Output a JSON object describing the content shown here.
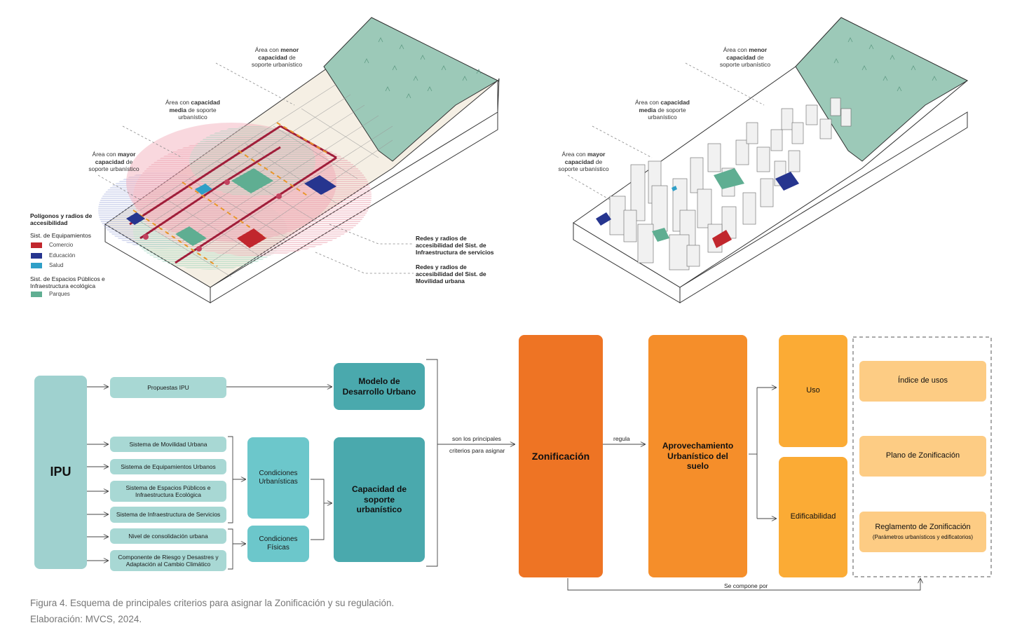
{
  "colors": {
    "comercio": "#c1272d",
    "educacion": "#26358f",
    "salud": "#2f9fc7",
    "parques": "#5fae92",
    "ipu": "#9fd1cf",
    "teal_dark": "#4aa9ad",
    "orange_dark": "#ee7424",
    "orange_mid": "#f58e2a",
    "orange_light": "#fbab35",
    "orange_pale": "#fdcc84"
  },
  "left_illustration": {
    "label_menor": [
      "Área con",
      "menor",
      "capacidad",
      "de",
      "soporte urbanístico"
    ],
    "label_media": [
      "Área con",
      "capacidad",
      "media",
      "de soporte",
      "urbanístico"
    ],
    "label_mayor": [
      "Área con",
      "mayor",
      "capacidad",
      "de",
      "soporte urbanístico"
    ],
    "legend_title": "Polígonos y radios de accesibilidad",
    "legend_group1": "Sist. de Equipamientos",
    "legend_items1": [
      "Comercio",
      "Educación",
      "Salud"
    ],
    "legend_group2": "Sist. de Espacios Públicos e Infraestructura ecológica",
    "legend_items2": [
      "Parques"
    ],
    "callout_servicios": "Redes y radios de accesibilidad del Sist. de Infraestructura de servicios",
    "callout_movilidad": "Redes y radios de accesibilidad del Sist. de Movilidad urbana"
  },
  "right_illustration": {
    "label_menor": [
      "Área con",
      "menor",
      "capacidad",
      "de",
      "soporte urbanístico"
    ],
    "label_media": [
      "Área con",
      "capacidad",
      "media",
      "de soporte",
      "urbanístico"
    ],
    "label_mayor": [
      "Área con",
      "mayor",
      "capacidad",
      "de",
      "soporte urbanístico"
    ]
  },
  "flow": {
    "ipu": "IPU",
    "propuestas": "Propuestas IPU",
    "movilidad": "Sistema de Movilidad Urbana",
    "equipamientos": "Sistema de Equipamientos Urbanos",
    "espacios": "Sistema de Espacios Públicos e Infraestructura Ecológica",
    "infraestructura": "Sistema de Infraestructura de Servicios",
    "consolidacion": "Nivel de consolidación urbana",
    "riesgo": "Componente de Riesgo y Desastres y Adaptación al Cambio Climático",
    "cond_urbanisticas": "Condiciones Urbanísticas",
    "cond_fisicas": "Condiciones Físicas",
    "modelo": "Modelo de Desarrollo Urbano",
    "capacidad": "Capacidad de soporte urbanístico",
    "son_label_1": "son los principales",
    "son_label_2": "criterios para asignar",
    "zonificacion": "Zonificación",
    "regula": "regula",
    "aprovechamiento": "Aprovechamiento Urbanístico del suelo",
    "uso": "Uso",
    "edificabilidad": "Edificabilidad",
    "indice": "Índice de usos",
    "plano": "Plano de Zonificación",
    "reglamento": "Reglamento de Zonificación",
    "reglamento_sub": "(Parámetros urbanísticos y edificatorios)",
    "se_compone": "Se compone por"
  },
  "caption": {
    "line1": "Figura 4.  Esquema de principales criterios para asignar la Zonificación y su regulación.",
    "line2": "Elaboración: MVCS, 2024."
  }
}
